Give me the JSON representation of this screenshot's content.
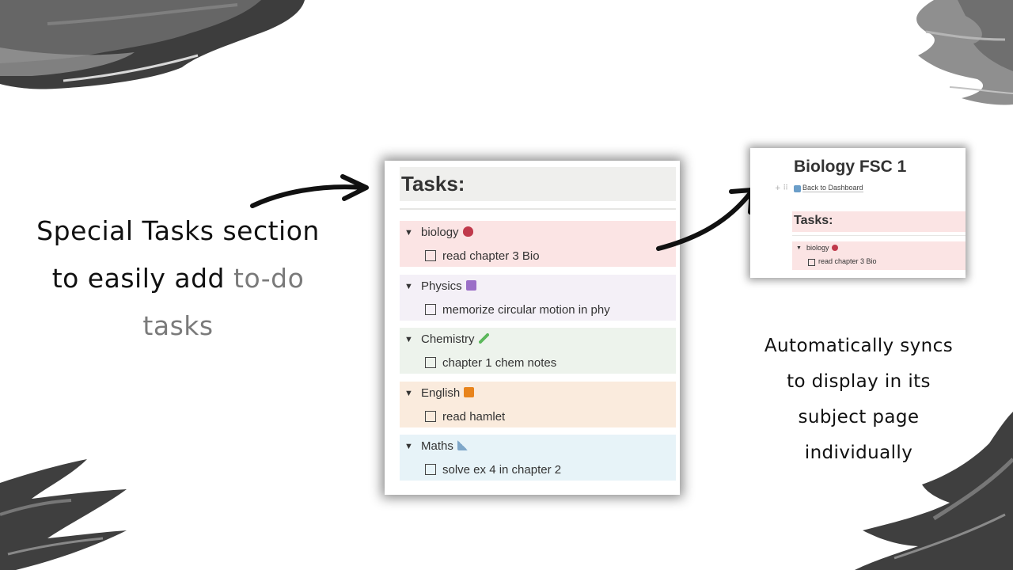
{
  "captions": {
    "left_line1": "Special Tasks section",
    "left_line2_a": "to easily add ",
    "left_line2_b": "to-do",
    "left_line3": "tasks",
    "right_line1": "Automatically syncs",
    "right_line2": "to display in its",
    "right_line3": "subject page",
    "right_line4": "individually"
  },
  "tasks_panel": {
    "header": "Tasks:",
    "groups": [
      {
        "title": "biology",
        "emoji": "anatomical-heart-icon",
        "todo": "read chapter 3 Bio",
        "color": "#fbe4e4"
      },
      {
        "title": "Physics",
        "emoji": "atom-icon",
        "todo": "memorize circular motion in phy",
        "color": "#f4f0f7"
      },
      {
        "title": "Chemistry",
        "emoji": "test-tube-icon",
        "todo": "chapter 1 chem notes",
        "color": "#edf3ec"
      },
      {
        "title": "English",
        "emoji": "book-icon",
        "todo": "read hamlet",
        "color": "#faebdd"
      },
      {
        "title": "Maths",
        "emoji": "triangular-ruler-icon",
        "todo": "solve ex 4 in chapter 2",
        "color": "#e7f3f8"
      }
    ]
  },
  "subject_page": {
    "title": "Biology FSC 1",
    "back_link": "Back to Dashboard",
    "tasks_header": "Tasks:",
    "group_title": "biology",
    "group_todo": "read chapter 3 Bio"
  },
  "colors": {
    "brush": "#5a5a5a",
    "muted_text": "#7a7a7a"
  }
}
